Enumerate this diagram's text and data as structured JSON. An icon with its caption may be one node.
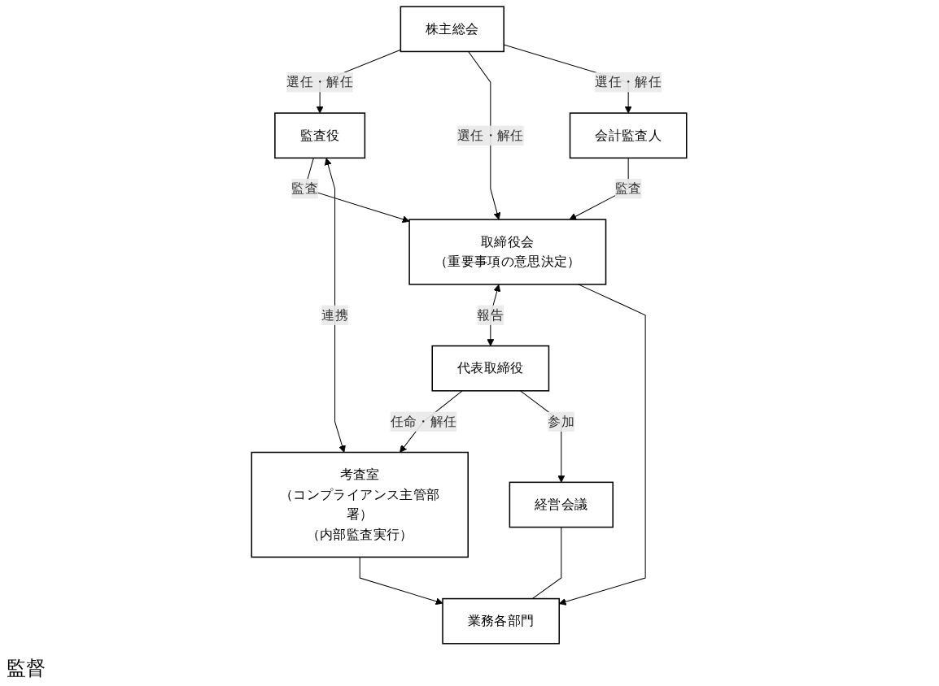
{
  "diagram": {
    "nodes": [
      {
        "text": [
          "株主総会"
        ]
      },
      {
        "text": [
          "監査役"
        ]
      },
      {
        "text": [
          "取締役会",
          "（重要事項の意思決定）"
        ]
      },
      {
        "text": [
          "会計監査人"
        ]
      },
      {
        "text": [
          "考査室",
          "（コンプライアンス主管部署）",
          "（内部監査実行）"
        ]
      },
      {
        "text": [
          "代表取締役"
        ]
      },
      {
        "text": [
          "経営会議"
        ]
      },
      {
        "text": [
          "業務各部門"
        ]
      }
    ],
    "edges": [
      {
        "from": 0,
        "to": 1,
        "arrow": "to",
        "label": "選任・解任"
      },
      {
        "from": 0,
        "to": 2,
        "arrow": "to",
        "label": "選任・解任"
      },
      {
        "from": 0,
        "to": 3,
        "arrow": "to",
        "label": "選任・解任"
      },
      {
        "from": 1,
        "to": 2,
        "arrow": "to",
        "label": "監査"
      },
      {
        "from": 3,
        "to": 2,
        "arrow": "to",
        "label": "監査"
      },
      {
        "from": 1,
        "to": 4,
        "arrow": "both",
        "label": "連携"
      },
      {
        "from": 2,
        "to": 5,
        "arrow": "both",
        "label": "報告"
      },
      {
        "from": 5,
        "to": 4,
        "arrow": "to",
        "label": "任命・解任"
      },
      {
        "from": 5,
        "to": 6,
        "arrow": "to",
        "label": "参加"
      },
      {
        "from": 4,
        "to": 7,
        "arrow": "to"
      },
      {
        "from": 2,
        "to": 7,
        "arrow": "to"
      },
      {
        "from": 6,
        "to": 7,
        "arrow": "none"
      }
    ],
    "labels": [
      "監督"
    ]
  }
}
